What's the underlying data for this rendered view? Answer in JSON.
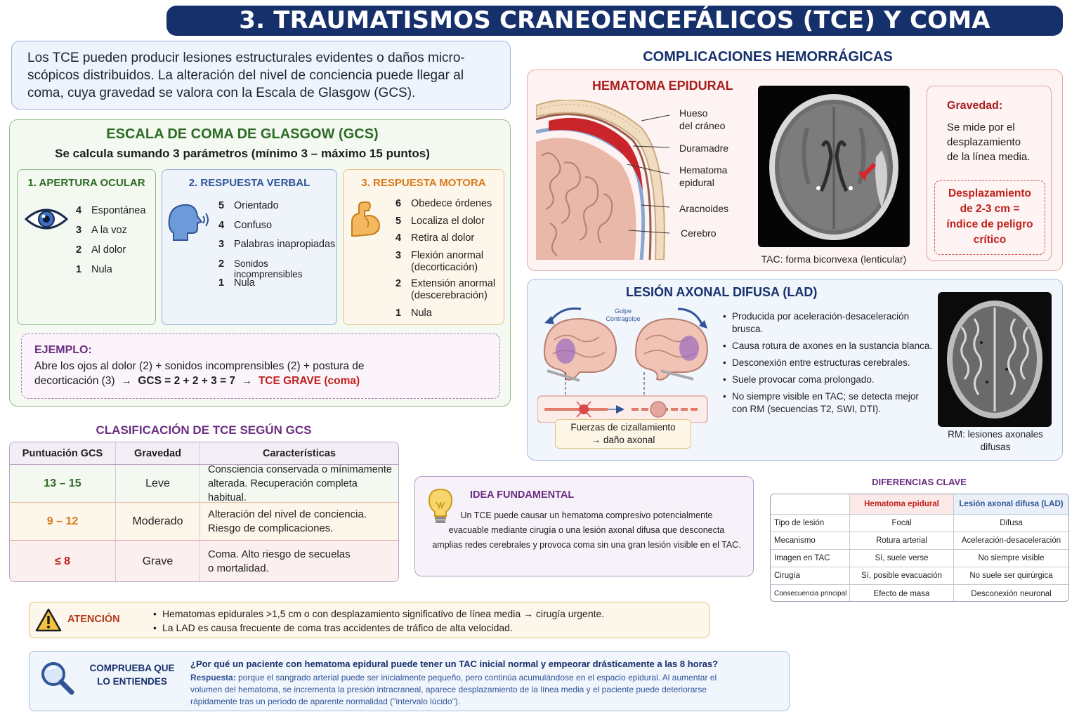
{
  "title": "3. TRAUMATISMOS CRANEOENCEFÁLICOS (TCE) Y COMA",
  "intro": {
    "line1": "Los TCE pueden producir lesiones estructurales evidentes o daños micro-",
    "line2": "scópicos distribuidos. La alteración del nivel de conciencia puede llegar al",
    "line3": "coma, cuya gravedad se valora con la Escala de Glasgow (GCS)."
  },
  "gcs": {
    "title": "ESCALA DE COMA DE GLASGOW (GCS)",
    "subtitle": "Se calcula sumando 3 parámetros (mínimo 3 – máximo 15 puntos)",
    "ocular": {
      "title": "1. APERTURA OCULAR",
      "items": [
        {
          "n": "4",
          "t": "Espontánea"
        },
        {
          "n": "3",
          "t": "A la voz"
        },
        {
          "n": "2",
          "t": "Al dolor"
        },
        {
          "n": "1",
          "t": "Nula"
        }
      ]
    },
    "verbal": {
      "title": "2. RESPUESTA VERBAL",
      "items": [
        {
          "n": "5",
          "t": "Orientado"
        },
        {
          "n": "4",
          "t": "Confuso"
        },
        {
          "n": "3",
          "t": "Palabras inapropiadas"
        },
        {
          "n": "2",
          "t": "Sonidos incomprensibles"
        },
        {
          "n": "1",
          "t": "Nula"
        }
      ]
    },
    "motora": {
      "title": "3. RESPUESTA MOTORA",
      "items": [
        {
          "n": "6",
          "t": "Obedece órdenes"
        },
        {
          "n": "5",
          "t": "Localiza el dolor"
        },
        {
          "n": "4",
          "t": "Retira al dolor"
        },
        {
          "n": "3",
          "t": "Flexión anormal",
          "t2": "(decorticación)"
        },
        {
          "n": "2",
          "t": "Extensión anormal",
          "t2": "(descerebración)"
        },
        {
          "n": "1",
          "t": "Nula"
        }
      ]
    },
    "ejemplo": {
      "heading": "EJEMPLO:",
      "line1": "Abre los ojos al dolor (2) + sonidos incomprensibles (2) + postura de",
      "line2a": "decorticación (3)",
      "arrow1": "→",
      "line2b": "GCS = 2 + 2 + 3 = 7",
      "arrow2": "→",
      "line2c": "TCE GRAVE (coma)"
    }
  },
  "clasificacion": {
    "title": "CLASIFICACIÓN DE TCE SEGÚN GCS",
    "headers": [
      "Puntuación GCS",
      "Gravedad",
      "Características"
    ],
    "rows": [
      {
        "score": "13 – 15",
        "severity": "Leve",
        "d1": "Consciencia conservada o mínimamente",
        "d2": "alterada. Recuperación completa habitual."
      },
      {
        "score": "9 – 12",
        "severity": "Moderado",
        "d1": "Alteración del nivel de conciencia.",
        "d2": "Riesgo de complicaciones."
      },
      {
        "score": "≤ 8",
        "severity": "Grave",
        "d1": "Coma. Alto riesgo de secuelas",
        "d2": "o mortalidad."
      }
    ],
    "colors": {
      "leve": "#2d6b24",
      "moderado": "#d9791a",
      "grave": "#c0211b"
    }
  },
  "complicaciones": {
    "title": "COMPLICACIONES HEMORRÁGICAS",
    "epidural": {
      "title": "HEMATOMA EPIDURAL",
      "labels": {
        "hueso1": "Hueso",
        "hueso2": "del cráneo",
        "duramadre": "Duramadre",
        "hematoma1": "Hematoma",
        "hematoma2": "epidural",
        "aracnoides": "Aracnoides",
        "cerebro": "Cerebro"
      },
      "ct_caption": "TAC: forma biconvexa (lenticular)",
      "gravedad": {
        "heading": "Gravedad:",
        "l1": "Se mide por el",
        "l2": "desplazamiento",
        "l3": "de la línea media.",
        "c1": "Desplazamiento",
        "c2": "de 2-3 cm =",
        "c3": "índice de peligro",
        "c4": "crítico"
      }
    },
    "lad": {
      "title": "LESIÓN AXONAL DIFUSA (LAD)",
      "golpe1": "Golpe",
      "golpe2": "Contragolpe",
      "bullets": [
        "Producida por aceleración-desaceleración brusca.",
        "Causa rotura de axones en la sustancia blanca.",
        "Desconexión entre estructuras cerebrales.",
        "Suele provocar coma prolongado.",
        "No siempre visible en TAC; se detecta mejor con RM (secuencias T2, SWI, DTI)."
      ],
      "shear1": "Fuerzas de cizallamiento",
      "shear2": "→ daño axonal",
      "mri1": "RM: lesiones axonales",
      "mri2": "difusas"
    }
  },
  "idea": {
    "heading": "IDEA FUNDAMENTAL",
    "l1": "Un TCE puede causar un hematoma compresivo potencialmente",
    "l2": "evacuable mediante cirugía o una lesión axonal difusa que desconecta",
    "l3": "amplias redes cerebrales y provoca coma sin una gran lesión visible en el TAC."
  },
  "diferencias": {
    "title": "DIFERENCIAS CLAVE",
    "headers": [
      "",
      "Hematoma epidural",
      "Lesión axonal difusa (LAD)"
    ],
    "rows": [
      [
        "Tipo de lesión",
        "Focal",
        "Difusa"
      ],
      [
        "Mecanismo",
        "Rotura arterial",
        "Aceleración-desaceleración"
      ],
      [
        "Imagen en TAC",
        "Sí, suele verse",
        "No siempre visible"
      ],
      [
        "Cirugía",
        "Sí, posible evacuación",
        "No suele ser quirúrgica"
      ],
      [
        "Consecuencia principal",
        "Efecto de masa",
        "Desconexión neuronal"
      ]
    ]
  },
  "atencion": {
    "heading": "ATENCIÓN",
    "items": [
      "Hematomas epidurales >1,5 cm o con desplazamiento significativo de línea media → cirugía urgente.",
      "La LAD es causa frecuente de coma tras accidentes de tráfico de alta velocidad."
    ]
  },
  "comprueba": {
    "h1": "COMPRUEBA QUE",
    "h2": "LO ENTIENDES",
    "question": "¿Por qué un paciente con hematoma epidural puede tener un TAC inicial normal y empeorar drásticamente a las 8 horas?",
    "answer_label": "Respuesta:",
    "a1": "porque el sangrado arterial puede ser inicialmente pequeño, pero continúa acumulándose en el espacio epidural. Al aumentar el",
    "a2": "volumen del hematoma, se incrementa la presión intracraneal, aparece desplazamiento de la línea media y el paciente puede deteriorarse",
    "a3": "rápidamente tras un período de aparente normalidad (\"intervalo lúcido\")."
  }
}
